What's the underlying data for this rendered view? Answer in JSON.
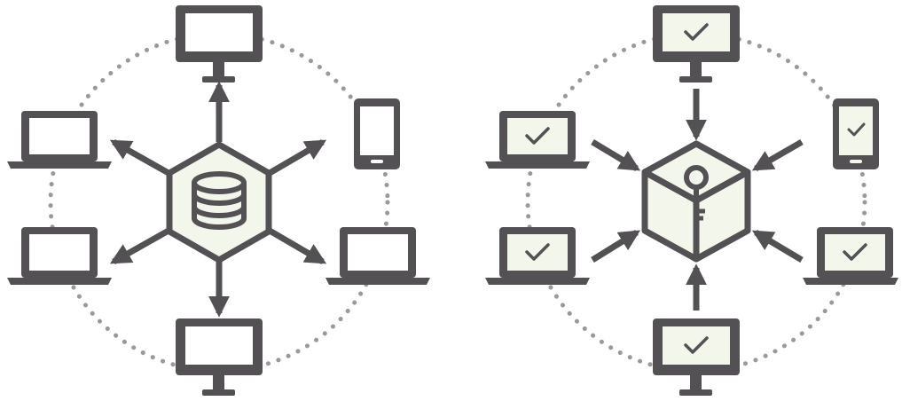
{
  "colors": {
    "stroke": "#535154",
    "fill_light": "#f3f6ea",
    "ring_dots": "#9a9899",
    "background": "#ffffff"
  },
  "diagrams": [
    {
      "name": "centralized-network",
      "hub": {
        "shape": "hexagon",
        "icon": "database-icon"
      },
      "arrow_direction": "outward",
      "devices": [
        {
          "type": "desktop-monitor",
          "position": "top",
          "checked": false
        },
        {
          "type": "smartphone",
          "position": "upper-right",
          "checked": false
        },
        {
          "type": "laptop",
          "position": "lower-right",
          "checked": false
        },
        {
          "type": "desktop-monitor",
          "position": "bottom",
          "checked": false
        },
        {
          "type": "laptop",
          "position": "lower-left",
          "checked": false
        },
        {
          "type": "laptop",
          "position": "upper-left",
          "checked": false
        }
      ]
    },
    {
      "name": "decentralized-validation-network",
      "hub": {
        "shape": "cube",
        "icon": "key-icon"
      },
      "arrow_direction": "inward",
      "devices": [
        {
          "type": "desktop-monitor",
          "position": "top",
          "checked": true
        },
        {
          "type": "smartphone",
          "position": "upper-right",
          "checked": true
        },
        {
          "type": "laptop",
          "position": "lower-right",
          "checked": true
        },
        {
          "type": "desktop-monitor",
          "position": "bottom",
          "checked": true
        },
        {
          "type": "laptop",
          "position": "lower-left",
          "checked": true
        },
        {
          "type": "laptop",
          "position": "upper-left",
          "checked": true
        }
      ]
    }
  ]
}
